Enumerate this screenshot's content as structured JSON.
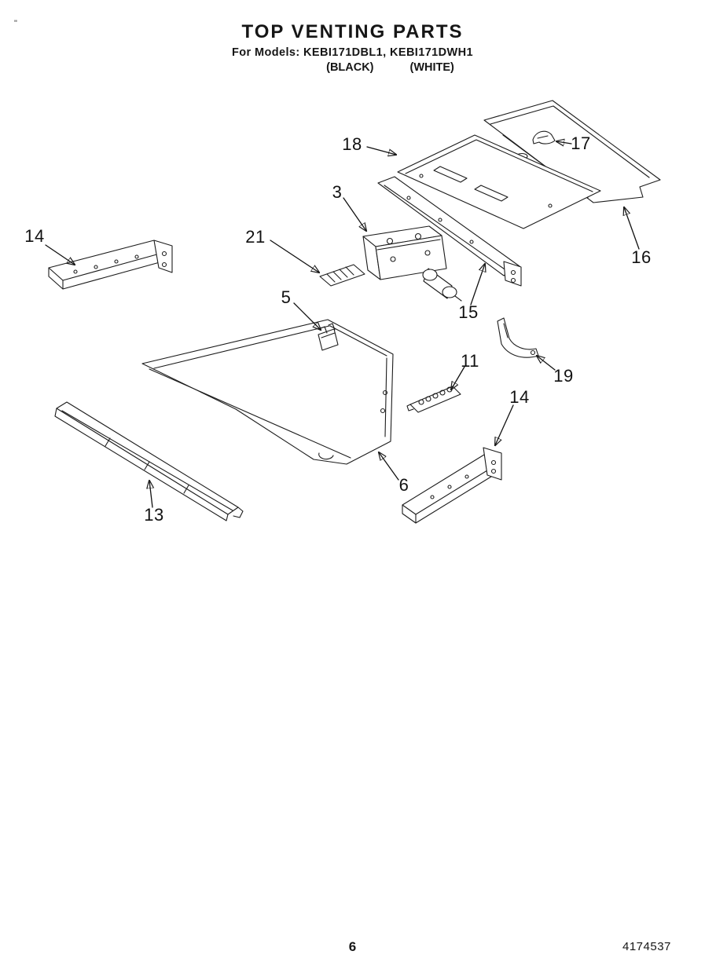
{
  "header": {
    "title": "TOP VENTING PARTS",
    "models_line": "For Models: KEBI171DBL1, KEBI171DWH1",
    "finish_black": "(BLACK)",
    "finish_white": "(WHITE)"
  },
  "diagram": {
    "name": "top-venting-parts-exploded-view",
    "callouts": [
      {
        "label": "18"
      },
      {
        "label": "17"
      },
      {
        "label": "3"
      },
      {
        "label": "16"
      },
      {
        "label": "14"
      },
      {
        "label": "21"
      },
      {
        "label": "5"
      },
      {
        "label": "15"
      },
      {
        "label": "11"
      },
      {
        "label": "19"
      },
      {
        "label": "14"
      },
      {
        "label": "6"
      },
      {
        "label": "13"
      }
    ]
  },
  "footer": {
    "page_number": "6",
    "document_number": "4174537"
  },
  "artifacts": {
    "top_left_mark": "\""
  }
}
